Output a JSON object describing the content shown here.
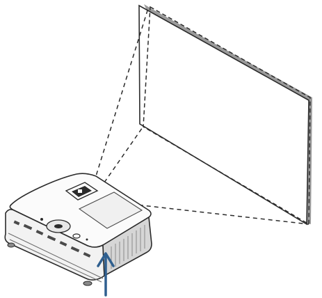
{
  "illustration": {
    "colors": {
      "line": "#2b2b2b",
      "screen_fill": "#ffffff",
      "screen_edge": "#8c8c8c",
      "projector_body": "#f7f7f7",
      "projector_side": "#d9d9d9",
      "arrow": "#2f5f8f"
    },
    "icons": {
      "screen": "projection-screen",
      "projector": "projector",
      "arrow": "up-arrow"
    }
  }
}
